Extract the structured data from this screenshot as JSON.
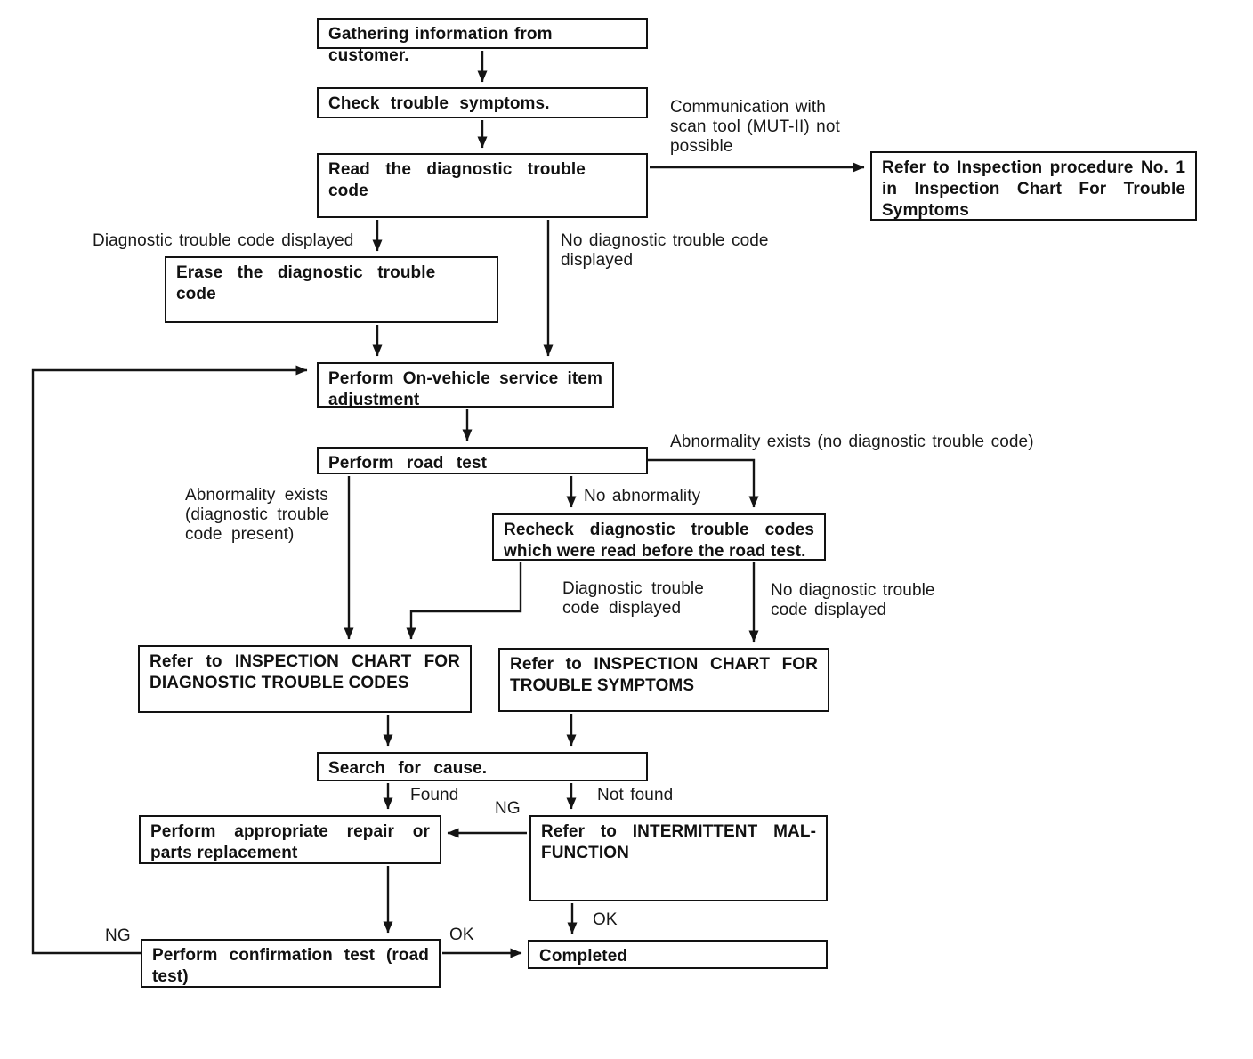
{
  "diagram": {
    "type": "flowchart",
    "colors": {
      "ink": "#141414",
      "paper": "#ffffff"
    },
    "nodes": {
      "gathering": "Gathering information from customer.",
      "check_symptoms": "Check trouble symptoms.",
      "read_dtc": "Read the diagnostic trouble code",
      "refer_inspection_no1": "Refer to Inspection procedure No. 1 in Inspection Chart For Trouble Symptoms",
      "erase_dtc": "Erase the diagnostic trouble code",
      "on_vehicle_service": "Perform On-vehicle service item adjustment",
      "road_test": "Perform road test",
      "recheck_dtc": "Recheck diagnostic trouble codes which were read before the road test.",
      "refer_dtc_chart": "Refer to INSPECTION CHART FOR DIAGNOSTIC TROUBLE CODES",
      "refer_symptom_chart": "Refer to INSPECTION CHART FOR TROUBLE SYMPTOMS",
      "search_cause": "Search for cause.",
      "repair": "Perform appropriate repair or parts replacement",
      "intermittent": "Refer to INTERMITTENT MAL-FUNCTION",
      "confirmation_test": "Perform confirmation test (road test)",
      "completed": "Completed"
    },
    "labels": {
      "communication_not_possible": "Communication with scan tool (MUT-II) not possible",
      "dtc_displayed_top": "Diagnostic trouble code displayed",
      "no_dtc_displayed_top": "No diagnostic trouble code displayed",
      "abnormality_no_dtc": "Abnormality exists (no diagnostic trouble code)",
      "no_abnormality": "No abnormality",
      "abnormality_dtc_present": "Abnormality exists (diagnostic trouble code present)",
      "dtc_displayed_mid": "Diagnostic trouble code displayed",
      "no_dtc_displayed_mid": "No diagnostic trouble code displayed",
      "found": "Found",
      "not_found": "Not found",
      "ng_intermittent": "NG",
      "ok_intermittent": "OK",
      "ok_confirmation": "OK",
      "ng_confirmation": "NG"
    }
  }
}
